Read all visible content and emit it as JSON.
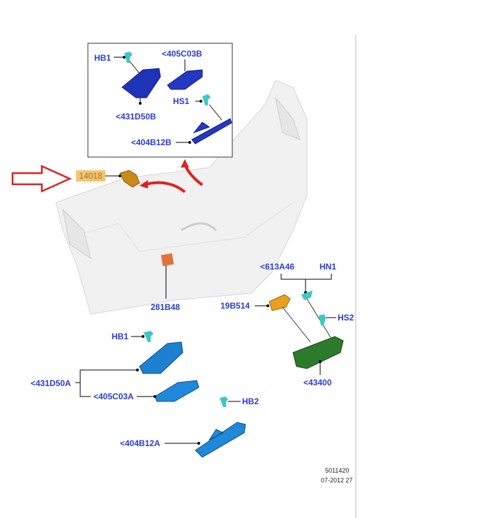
{
  "diagram": {
    "inset_labels": {
      "hb1": "HB1",
      "c405C03B": "<405C03B",
      "hs1": "HS1",
      "c431D50B": "<431D50B",
      "c404B12B": "<404B12B"
    },
    "highlighted_part": "14018",
    "labels": {
      "c281B48": "281B48",
      "c613A46": "<613A46",
      "hn1": "HN1",
      "c19B514": "19B514",
      "hs2": "HS2",
      "c43400": "<43400",
      "hb1_lower": "HB1",
      "c431D50A": "<431D50A",
      "c405C03A": "<405C03A",
      "hb2": "HB2",
      "c404B12A": "<404B12A"
    },
    "footer": {
      "ref": "5011420",
      "date": "07-2012 27"
    },
    "colors": {
      "label": "#2b3bd6",
      "highlight": "#f6c46c",
      "arrow": "#e02020"
    }
  }
}
